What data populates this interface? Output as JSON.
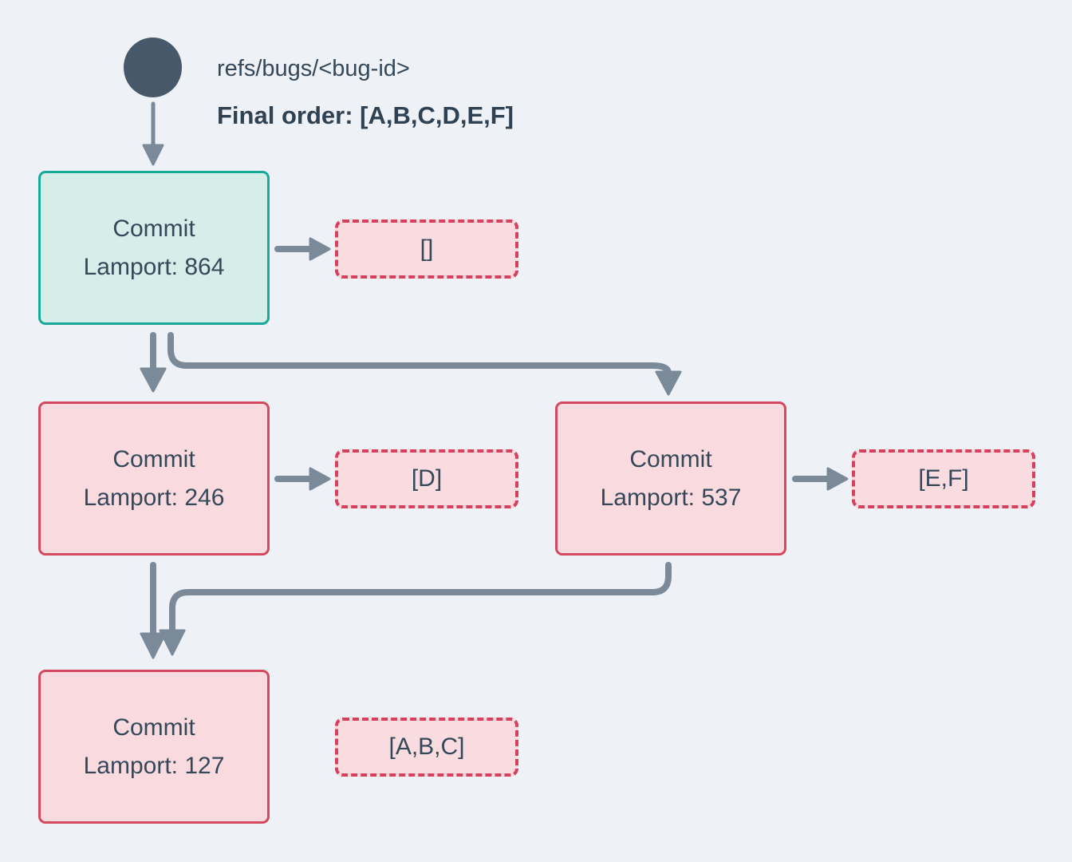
{
  "header": {
    "ref_label": "refs/bugs/<bug-id>",
    "final_order_label": "Final order: [A,B,C,D,E,F]"
  },
  "commits": [
    {
      "id": "head-864",
      "title": "Commit",
      "lamport": "Lamport: 864",
      "result": "[]",
      "variant": "teal"
    },
    {
      "id": "c246",
      "title": "Commit",
      "lamport": "Lamport: 246",
      "result": "[D]",
      "variant": "red"
    },
    {
      "id": "c537",
      "title": "Commit",
      "lamport": "Lamport: 537",
      "result": "[E,F]",
      "variant": "red"
    },
    {
      "id": "c127",
      "title": "Commit",
      "lamport": "Lamport: 127",
      "result": "[A,B,C]",
      "variant": "red"
    }
  ],
  "edges": [
    {
      "from": "ref",
      "to": "head-864"
    },
    {
      "from": "head-864",
      "to": "result-[]"
    },
    {
      "from": "head-864",
      "to": "c246"
    },
    {
      "from": "head-864",
      "to": "c537"
    },
    {
      "from": "c246",
      "to": "result-[D]"
    },
    {
      "from": "c537",
      "to": "result-[E,F]"
    },
    {
      "from": "c246",
      "to": "c127"
    },
    {
      "from": "c537",
      "to": "c127"
    },
    {
      "from": "c127",
      "to": "result-[A,B,C]"
    }
  ],
  "colors": {
    "background": "#eef1f5",
    "text": "#35485a",
    "ref_circle": "#47586a",
    "arrow": "#7b8a99",
    "teal_border": "#18a999",
    "teal_fill": "#d5eeea",
    "red_border": "#d4495f",
    "red_fill": "#f9dbdf",
    "dashed_border": "#d6405b",
    "dashed_fill": "#f9dce0"
  }
}
